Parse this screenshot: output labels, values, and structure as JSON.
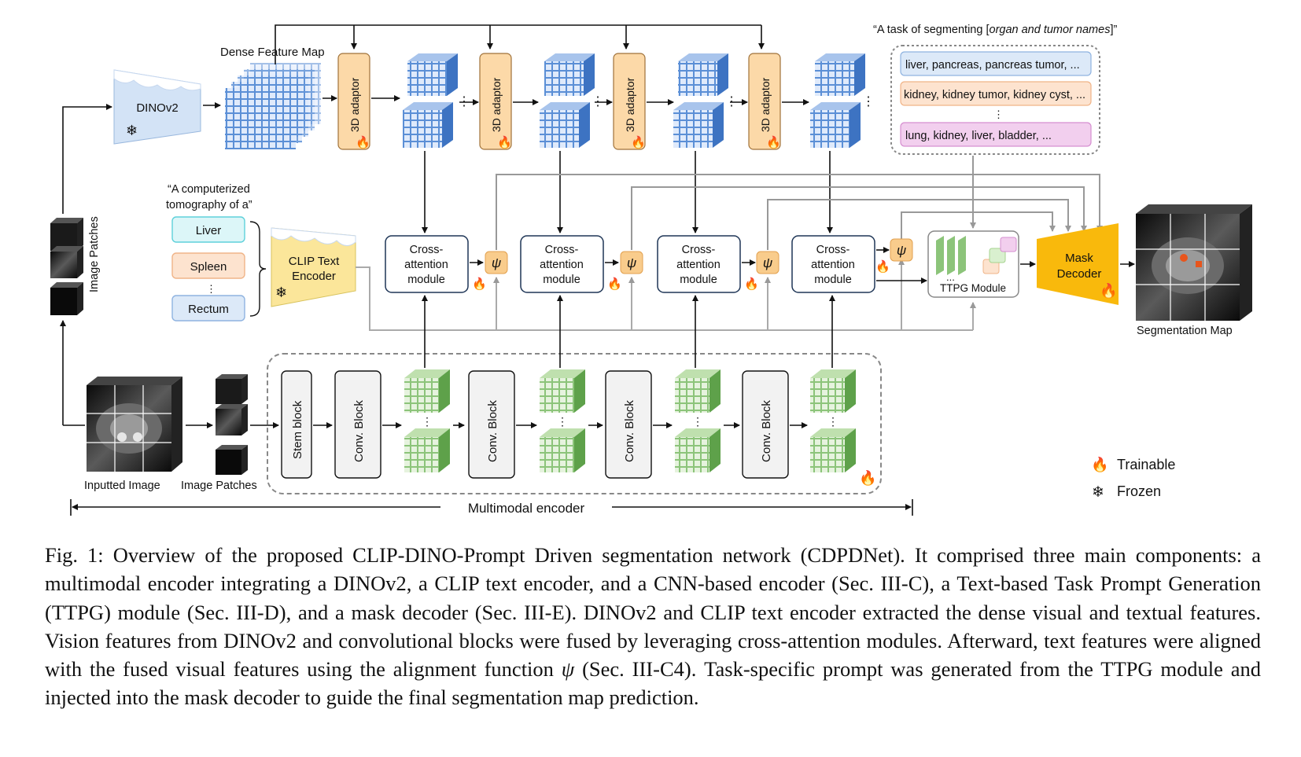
{
  "diagram": {
    "dense_feature_map": "Dense Feature Map",
    "dinov2": "DINOv2",
    "adaptor": "3D adaptor",
    "task_prompt_prefix": "“A task of segmenting [",
    "task_prompt_italic": "organ and tumor names",
    "task_prompt_suffix": "]”",
    "prompt_lines": [
      "liver, pancreas, pancreas tumor, ...",
      "kidney, kidney tumor, kidney cyst, ...",
      "lung, kidney, liver, bladder, ..."
    ],
    "vertical_ellipsis": "⋮",
    "ct_caption_line1": "“A computerized",
    "ct_caption_line2": "tomography of a”",
    "organs": [
      "Liver",
      "Spleen",
      "Rectum"
    ],
    "clip_line1": "CLIP Text",
    "clip_line2": "Encoder",
    "cross_line1": "Cross-",
    "cross_line2": "attention",
    "cross_line3": "module",
    "psi": "ψ",
    "ttpg": "TTPG Module",
    "mask_line1": "Mask",
    "mask_line2": "Decoder",
    "segmentation_map": "Segmentation Map",
    "image_patches_vertical": "Image Patches",
    "image_patches": "Image Patches",
    "inputted_image": "Inputted Image",
    "stem_block": "Stem block",
    "conv_block": "Conv. Block",
    "multimodal_encoder": "Multimodal encoder",
    "legend": {
      "trainable": "Trainable",
      "frozen": "Frozen"
    },
    "colors": {
      "adaptor_fill": "#fcd9a8",
      "adaptor_stroke": "#a0723a",
      "blue_cube": "#5b8fd6",
      "green_cube": "#8cc47a",
      "clip_fill": "#fbe69a",
      "dino_fill": "#d3e3f6",
      "mask_fill": "#f9b90c",
      "psi_fill": "#f9cc8c"
    }
  },
  "caption": {
    "part1": "Fig. 1: Overview of the proposed CLIP-DINO-Prompt Driven segmentation network (CDPDNet). It comprised three main components: a multimodal encoder integrating a DINOv2, a CLIP text encoder, and a CNN-based encoder (Sec. III-C), a Text-based Task Prompt Generation (TTPG) module (Sec. III-D), and a mask decoder (Sec. III-E). DINOv2 and CLIP text encoder extracted the dense visual and textual features. Vision features from DINOv2 and convolutional blocks were fused by leveraging cross-attention modules. Afterward, text features were aligned with the fused visual features using the alignment function ",
    "psi": "ψ",
    "part2": " (Sec. III-C4). Task-specific prompt was generated from the TTPG module and injected into the mask decoder to guide the final segmentation map prediction."
  }
}
